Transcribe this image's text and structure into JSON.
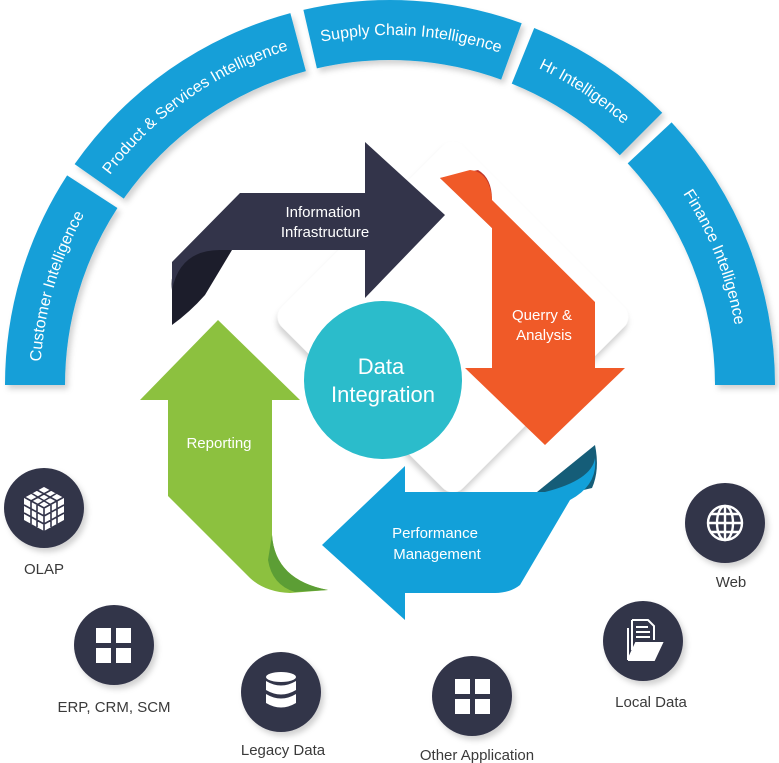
{
  "diagram": {
    "center": {
      "label_line1": "Data",
      "label_line2": "Integration",
      "color": "#2bbccb"
    },
    "intelligence_arc": {
      "color": "#159fd8",
      "segments": [
        {
          "label": "Customer Intelligence"
        },
        {
          "label": "Product & Services Intelligence"
        },
        {
          "label": "Supply Chain Intelligence"
        },
        {
          "label": "Hr Intelligence"
        },
        {
          "label": "Finance Intelligence"
        }
      ]
    },
    "cycle_arrows": [
      {
        "id": "information-infrastructure",
        "line1": "Information",
        "line2": "Infrastructure",
        "color": "#33344a",
        "fold_color": "#1c1d2b",
        "direction": "right"
      },
      {
        "id": "query-analysis",
        "line1": "Querry &",
        "line2": "Analysis",
        "color": "#f05a28",
        "fold_color": "#c0362a",
        "direction": "down"
      },
      {
        "id": "performance-management",
        "line1": "Performance",
        "line2": "Management",
        "color": "#12a0d9",
        "fold_color": "#155d78",
        "direction": "left"
      },
      {
        "id": "reporting",
        "line1": "Reporting",
        "line2": "",
        "color": "#8cc13f",
        "fold_color": "#5c9e35",
        "direction": "up"
      }
    ],
    "data_sources": [
      {
        "label": "OLAP",
        "icon": "cube-icon"
      },
      {
        "label": "ERP, CRM, SCM",
        "icon": "grid-icon"
      },
      {
        "label": "Legacy Data",
        "icon": "database-icon"
      },
      {
        "label": "Other Application",
        "icon": "grid-icon"
      },
      {
        "label": "Local Data",
        "icon": "folder-document-icon"
      },
      {
        "label": "Web",
        "icon": "globe-icon"
      }
    ]
  }
}
